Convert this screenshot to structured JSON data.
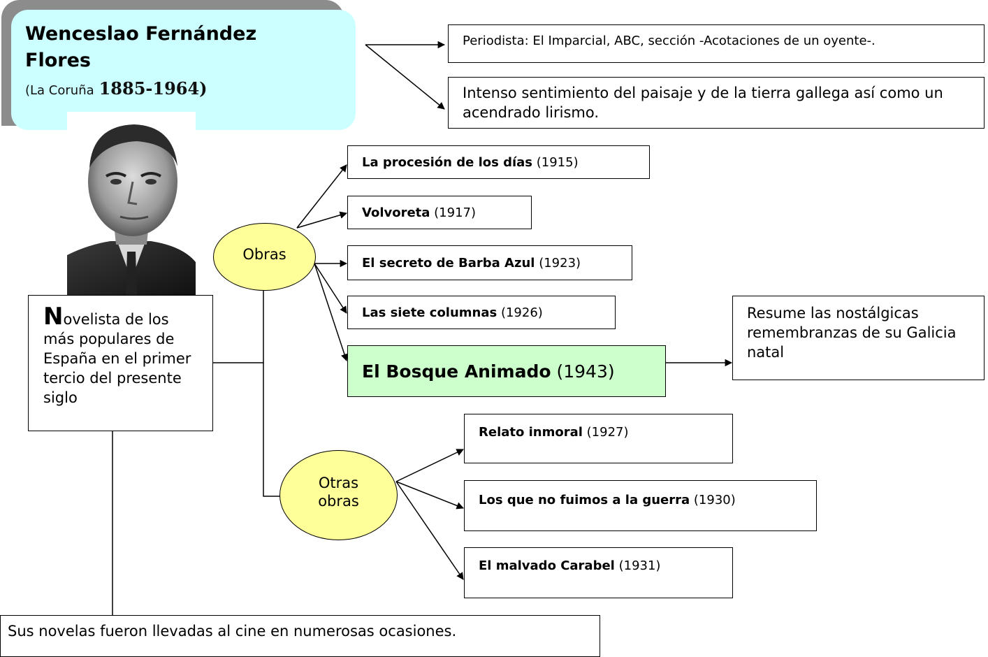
{
  "author": {
    "name": "Wenceslao Fernández Flores",
    "birthplace": "(La Coruña",
    "years": "1885-1964)"
  },
  "notes": {
    "journalist": "Periodista: El Imparcial,  ABC, sección -Acotaciones de un oyente-.",
    "style": "Intenso sentimiento del paisaje y de la tierra gallega así como un acendrado lirismo."
  },
  "novelist": {
    "initial": "N",
    "text": "ovelista de los más populares de España en el primer tercio del presente siglo"
  },
  "cinema_note": "Sus novelas fueron llevadas al cine en numerosas ocasiones.",
  "hubs": {
    "obras": "Obras",
    "otras_obras_line1": "Otras",
    "otras_obras_line2": "obras"
  },
  "obras": [
    {
      "title": "La procesión de los días",
      "year": "(1915)"
    },
    {
      "title": "Volvoreta",
      "year": "(1917)"
    },
    {
      "title": "El secreto de Barba Azul",
      "year": "(1923)"
    },
    {
      "title": "Las siete columnas",
      "year": "(1926)"
    },
    {
      "title": "El Bosque Animado",
      "year": "(1943)"
    }
  ],
  "bosque_note": "Resume las nostálgicas remembranzas de su Galicia natal",
  "otras_obras": [
    {
      "title": "Relato inmoral",
      "year": "(1927)"
    },
    {
      "title": "Los que no fuimos a la guerra",
      "year": "(1930)"
    },
    {
      "title": "El malvado Carabel",
      "year": "(1931)"
    }
  ],
  "colors": {
    "title_card": "#ccffff",
    "title_shadow": "#8c8c8c",
    "hub_fill": "#ffff99",
    "highlight_fill": "#ccffcc"
  }
}
